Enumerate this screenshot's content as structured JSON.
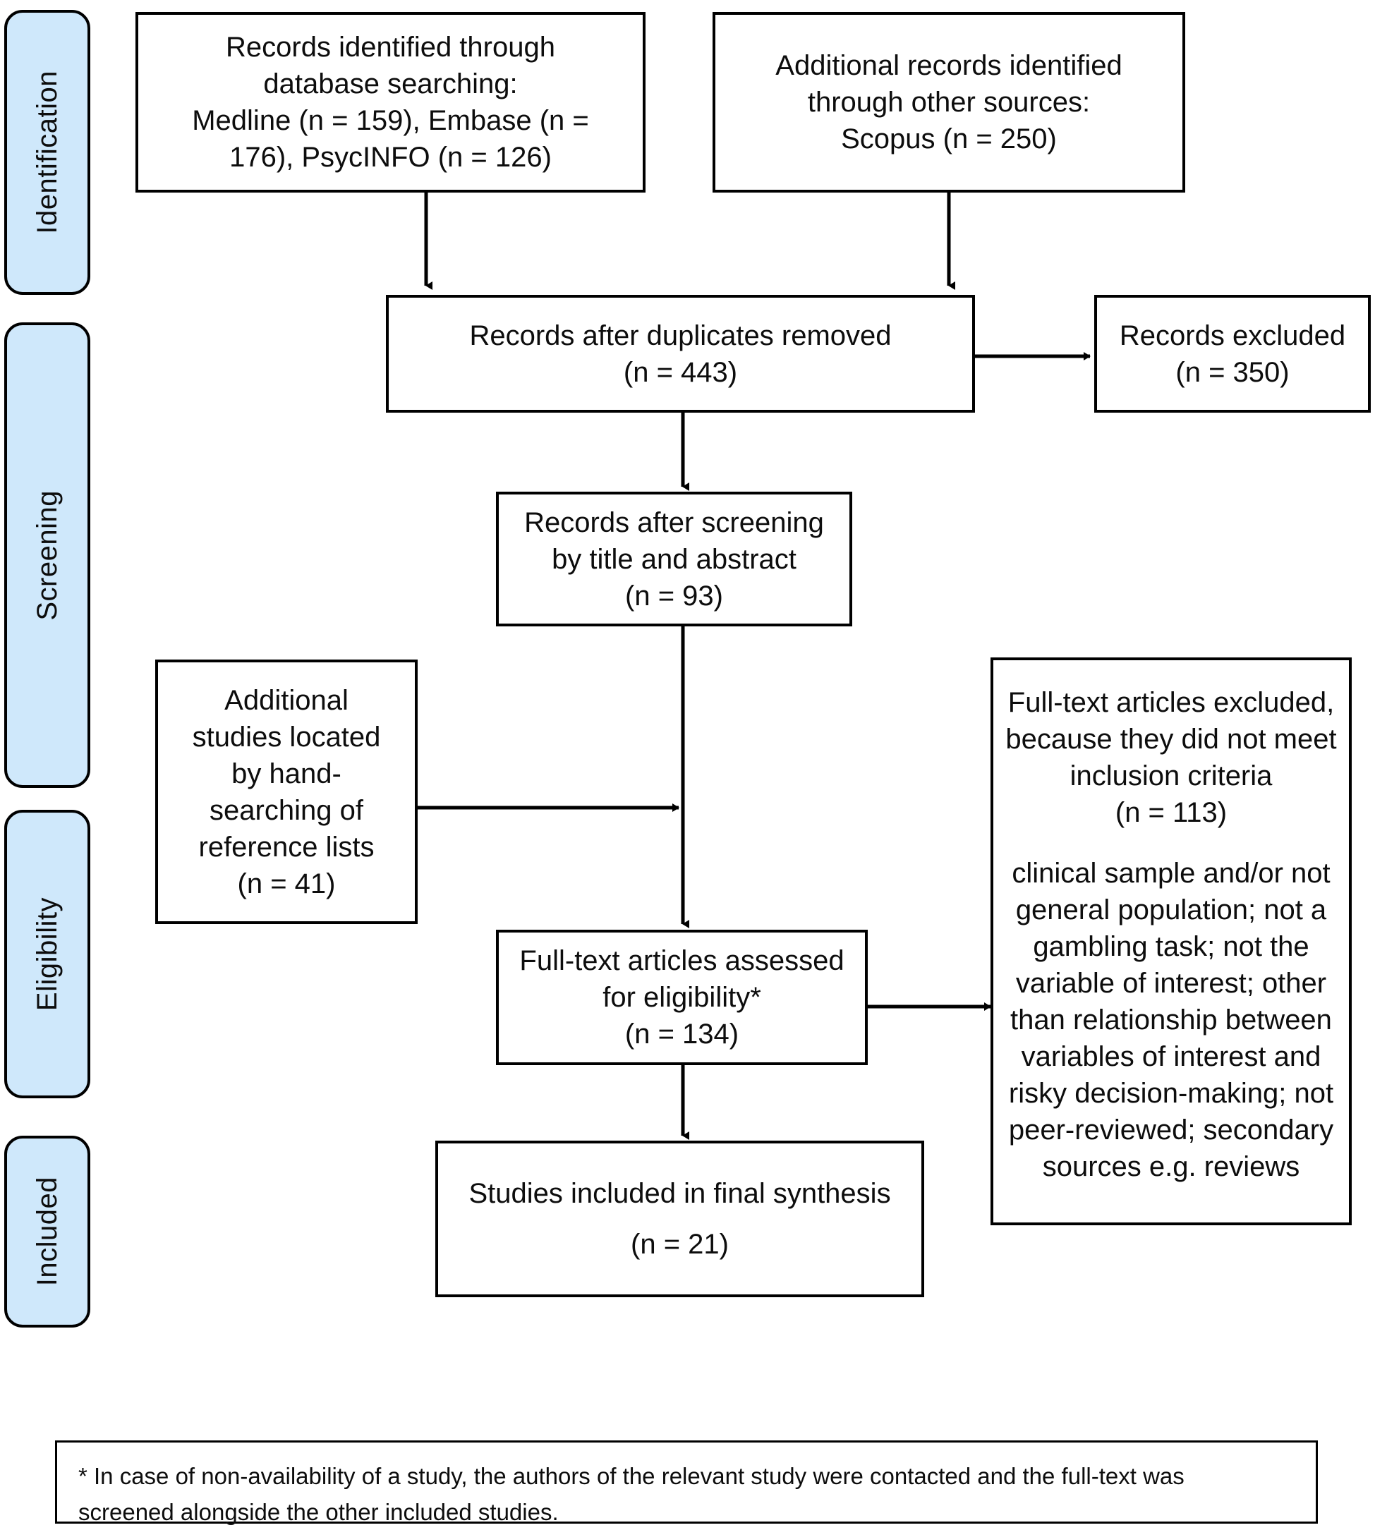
{
  "diagram": {
    "title": "PRISMA flow diagram",
    "colors": {
      "stage_pill_fill": "#cfe8fb",
      "stroke": "#000000",
      "box_fill": "#ffffff",
      "text": "#0d0d0d"
    },
    "stages": [
      {
        "id": "identification",
        "label": "Identification"
      },
      {
        "id": "screening",
        "label": "Screening"
      },
      {
        "id": "eligibility",
        "label": "Eligibility"
      },
      {
        "id": "included",
        "label": "Included"
      }
    ],
    "boxes": {
      "database_search": {
        "lines": [
          "Records identified through",
          "database searching:",
          "Medline (n = 159), Embase (n =",
          "176), PsycINFO (n = 126)"
        ]
      },
      "other_sources": {
        "lines": [
          "Additional records identified",
          "through other sources:",
          "Scopus (n = 250)"
        ]
      },
      "duplicates_removed": {
        "lines": [
          "Records after duplicates removed",
          "(n = 443)"
        ]
      },
      "records_excluded": {
        "lines": [
          "Records excluded",
          "(n = 350)"
        ]
      },
      "screened_title_abstract": {
        "lines": [
          "Records after screening",
          "by title and abstract",
          "(n = 93)"
        ]
      },
      "hand_searching": {
        "lines": [
          "Additional",
          "studies located",
          "by hand-",
          "searching of",
          "reference lists",
          "(n = 41)"
        ]
      },
      "fulltext_assessed": {
        "lines": [
          "Full-text articles assessed",
          "for eligibility*",
          "(n = 134)"
        ]
      },
      "fulltext_excluded": {
        "lines_primary": [
          "Full-text articles excluded,",
          "because they did not meet",
          "inclusion criteria",
          "(n = 113)"
        ],
        "lines_reasons": [
          "clinical sample and/or not",
          "general population; not a",
          "gambling task; not the",
          "variable of interest; other",
          "than relationship between",
          "variables of interest and",
          "risky decision-making; not",
          "peer-reviewed; secondary",
          "sources e.g. reviews"
        ]
      },
      "included_final": {
        "lines": [
          "Studies included in final synthesis",
          "(n = 21)"
        ]
      }
    },
    "footnote": {
      "line1": "* In case of non-availability of a study, the authors of the relevant study were contacted and the full-text was",
      "line2": "screened alongside the other included studies."
    }
  }
}
